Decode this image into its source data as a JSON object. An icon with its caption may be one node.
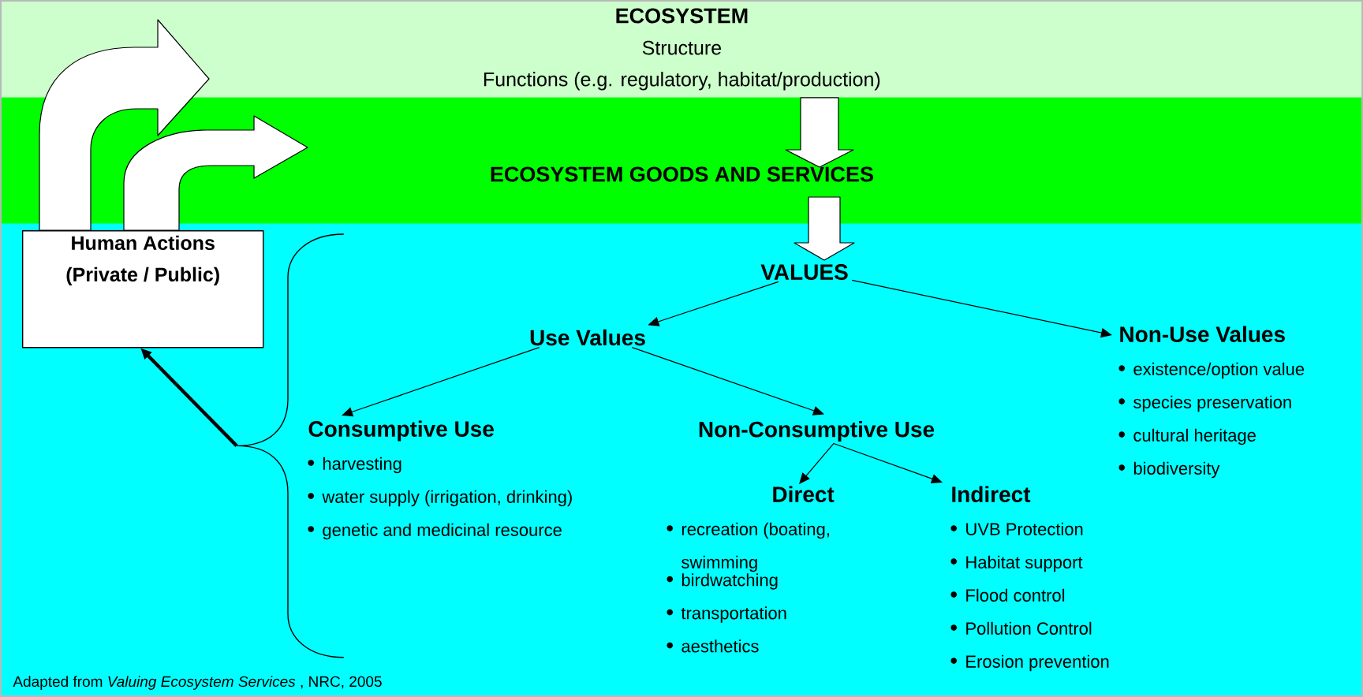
{
  "diagram": {
    "caption": "Adapted from *Valuing Ecosystem Services* , NRC, 2005",
    "nodes": [
      {
        "text": [
          "ECOSYSTEM",
          "Structure",
          "Functions (e.g. regulatory, habitat/production)"
        ]
      },
      {
        "text": [
          "ECOSYSTEM GOODS AND SERVICES"
        ]
      },
      {
        "text": [
          "Human Actions (Private / Public)"
        ]
      },
      {
        "text": [
          "VALUES"
        ]
      },
      {
        "text": [
          "Use Values"
        ]
      },
      {
        "text": [
          "Non-Use Values",
          "existence/option value",
          "species preservation",
          "cultural heritage",
          "biodiversity"
        ]
      },
      {
        "text": [
          "Consumptive Use",
          "harvesting",
          "water supply (irrigation, drinking)",
          "genetic and medicinal resource"
        ]
      },
      {
        "text": [
          "Non-Consumptive Use"
        ]
      },
      {
        "text": [
          "Direct",
          "recreation (boating, swimming",
          "birdwatching",
          "transportation",
          "aesthetics"
        ]
      },
      {
        "text": [
          "Indirect",
          "UVB Protection",
          "Habitat support",
          "Flood control",
          "Pollution Control",
          "Erosion prevention"
        ]
      },
      {
        "text": [],
        "shape": "brace"
      }
    ],
    "edges": [
      {
        "from": 0,
        "to": 1,
        "arrow": "to"
      },
      {
        "from": 1,
        "to": 3,
        "arrow": "to"
      },
      {
        "from": 3,
        "to": 4,
        "arrow": "to"
      },
      {
        "from": 3,
        "to": 5,
        "arrow": "to"
      },
      {
        "from": 4,
        "to": 6,
        "arrow": "to"
      },
      {
        "from": 4,
        "to": 7,
        "arrow": "to"
      },
      {
        "from": 7,
        "to": 8,
        "arrow": "to"
      },
      {
        "from": 7,
        "to": 9,
        "arrow": "to"
      },
      {
        "from": 10,
        "to": 2,
        "arrow": "to",
        "style": "thick"
      },
      {
        "from": 2,
        "to": 0,
        "arrow": "to"
      },
      {
        "from": 2,
        "to": 1,
        "arrow": "to"
      }
    ]
  }
}
